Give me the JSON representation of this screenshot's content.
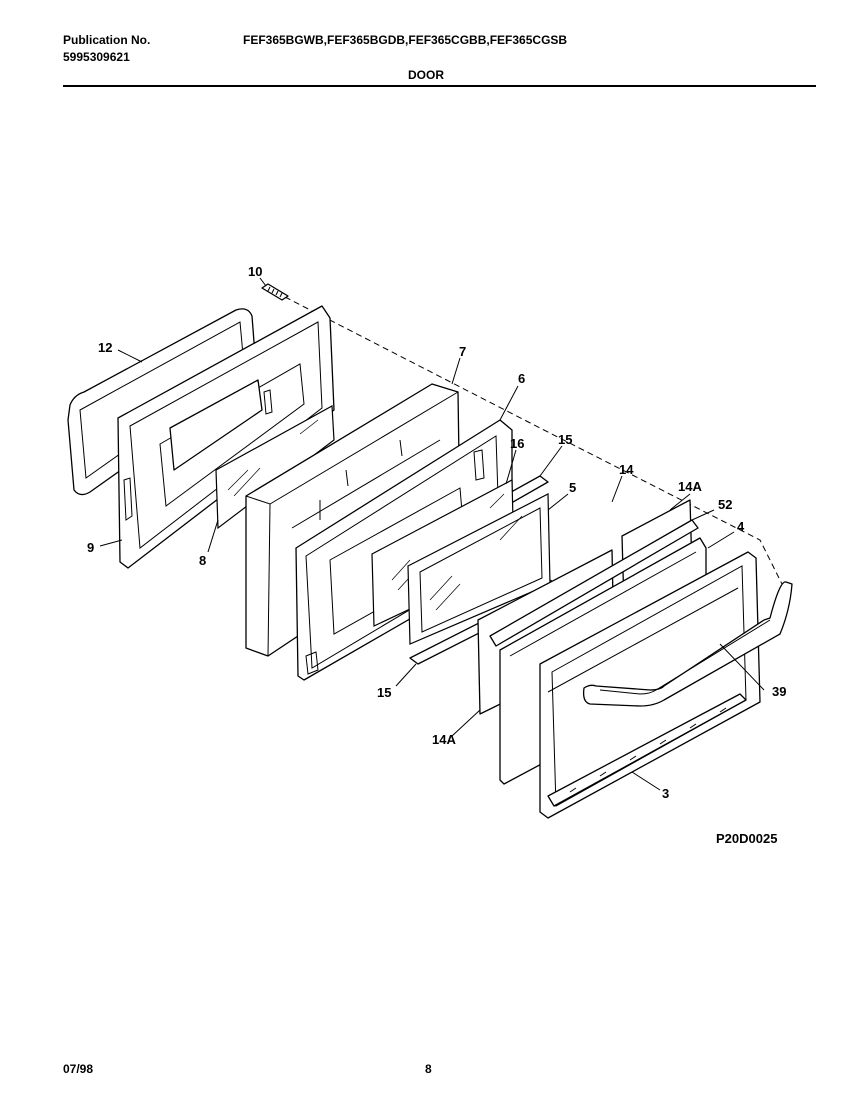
{
  "header": {
    "publication_label": "Publication No.",
    "publication_number": "5995309621",
    "models": "FEF365BGWB,FEF365BGDB,FEF365CGBB,FEF365CGSB",
    "section_title": "DOOR"
  },
  "diagram": {
    "callouts": [
      "10",
      "12",
      "7",
      "6",
      "16",
      "15",
      "14",
      "5",
      "14A",
      "52",
      "4",
      "9",
      "8",
      "39",
      "15",
      "14A",
      "3"
    ],
    "drawing_number": "P20D0025"
  },
  "footer": {
    "date": "07/98",
    "page": "8"
  }
}
